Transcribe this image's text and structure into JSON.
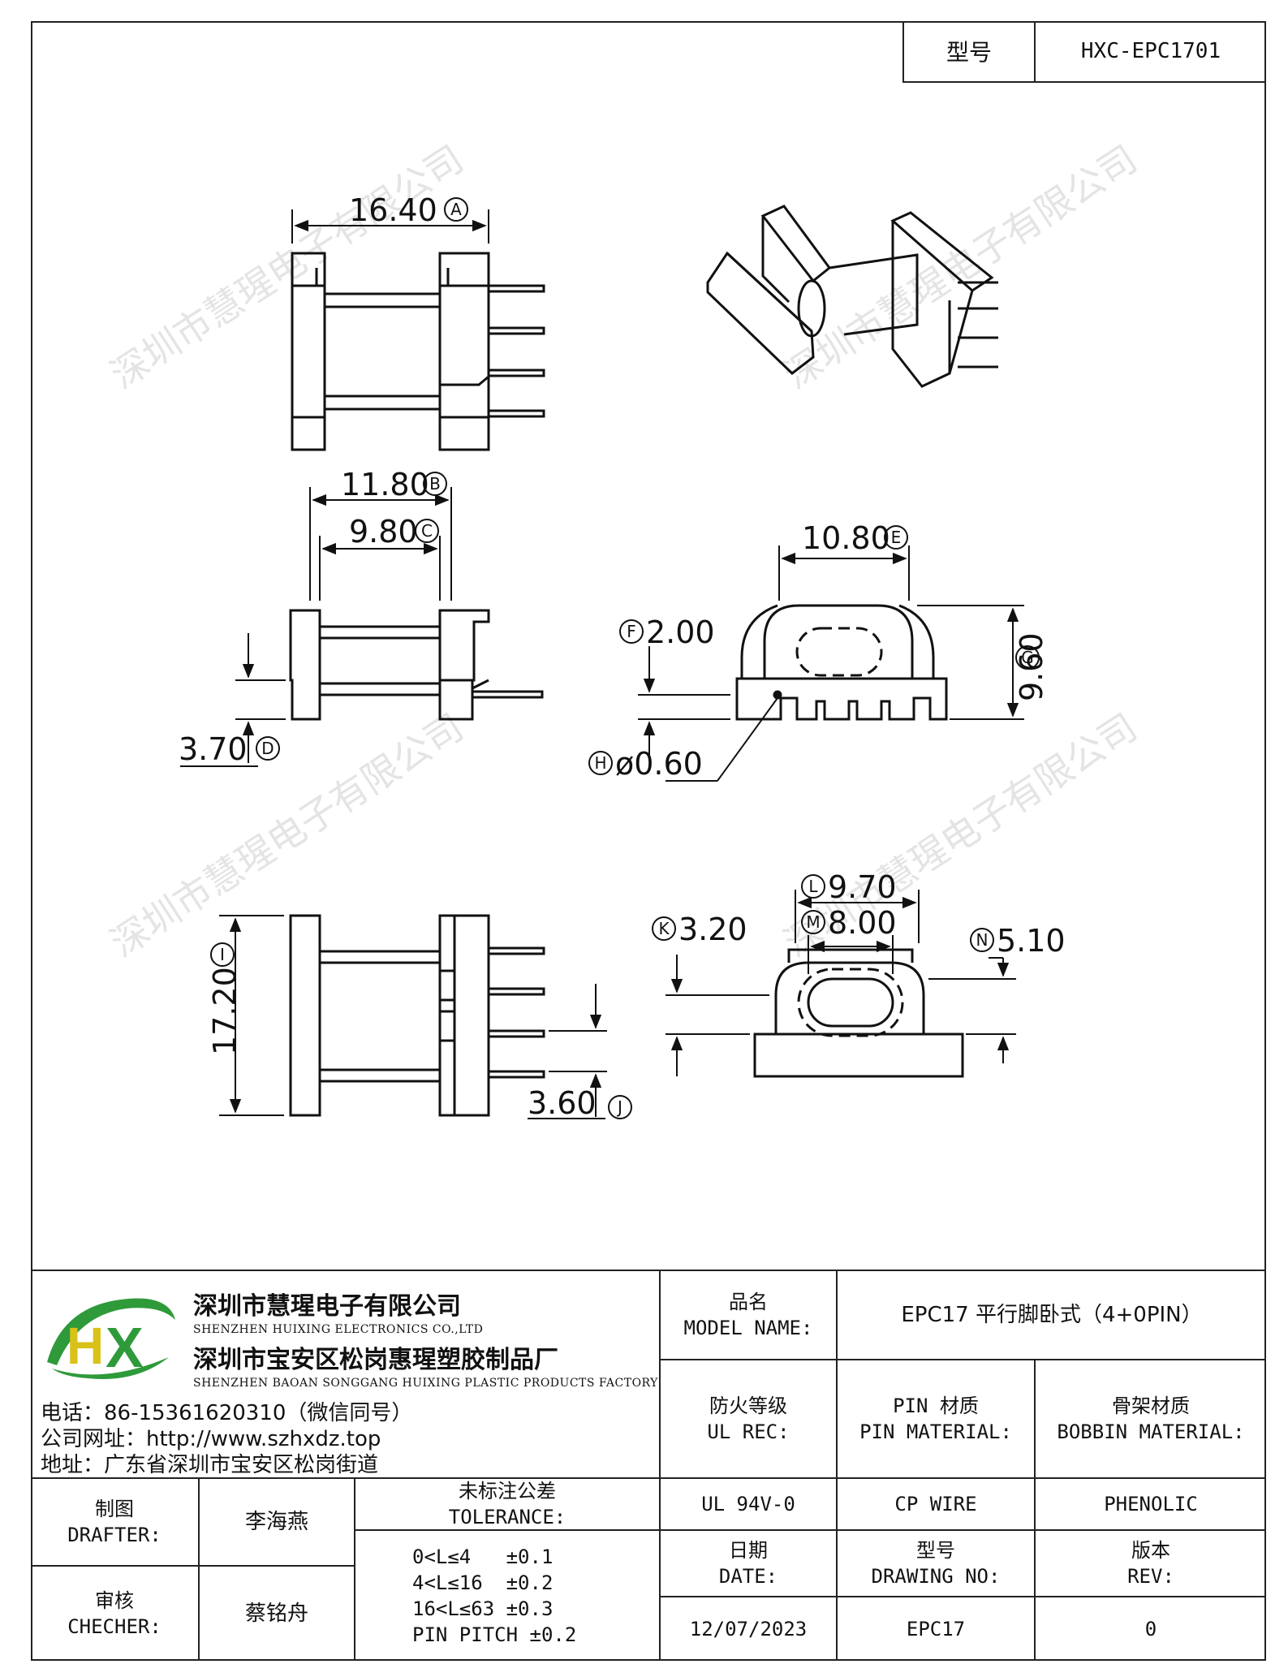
{
  "header": {
    "model_label": "型号",
    "model_value": "HXC-EPC1701"
  },
  "watermark": "深圳市慧瑆电子有限公司",
  "dimensions": {
    "A": {
      "value": "16.40",
      "mark": "A"
    },
    "B": {
      "value": "11.80",
      "mark": "B"
    },
    "C": {
      "value": "9.80",
      "mark": "C"
    },
    "D": {
      "value": "3.70",
      "mark": "D"
    },
    "E": {
      "value": "10.80",
      "mark": "E"
    },
    "F": {
      "value": "2.00",
      "mark": "F"
    },
    "G": {
      "value": "9.60",
      "mark": "G"
    },
    "H": {
      "value": "ø0.60",
      "mark": "H"
    },
    "I": {
      "value": "17.20",
      "mark": "I"
    },
    "J": {
      "value": "3.60",
      "mark": "J"
    },
    "K": {
      "value": "3.20",
      "mark": "K"
    },
    "L": {
      "value": "9.70",
      "mark": "L"
    },
    "M": {
      "value": "8.00",
      "mark": "M"
    },
    "N": {
      "value": "5.10",
      "mark": "N"
    }
  },
  "company": {
    "logo_text": "HX",
    "name_cn": "深圳市慧瑆电子有限公司",
    "name_en": "SHENZHEN HUIXING ELECTRONICS CO.,LTD",
    "factory_cn": "深圳市宝安区松岗惠瑆塑胶制品厂",
    "factory_en": "SHENZHEN BAOAN SONGGANG HUIXING PLASTIC PRODUCTS FACTORY",
    "phone": "电话：86-15361620310（微信同号）",
    "website": "公司网址：http://www.szhxdz.top",
    "address": "地址：广东省深圳市宝安区松岗街道",
    "colors": {
      "logo_green": "#2e9a3a",
      "logo_yellow": "#d8c21a"
    }
  },
  "title_block": {
    "product_name_label_cn": "品名",
    "product_name_label_en": "MODEL NAME:",
    "product_name_value": "EPC17 平行脚卧式（4+0PIN）",
    "fire_label_cn": "防火等级",
    "fire_label_en": "UL REC:",
    "fire_value": "UL 94V-0",
    "pin_label_cn": "PIN 材质",
    "pin_label_en": "PIN MATERIAL:",
    "pin_value": "CP WIRE",
    "bobbin_label_cn": "骨架材质",
    "bobbin_label_en": "BOBBIN MATERIAL:",
    "bobbin_value": "PHENOLIC",
    "drafter_label_cn": "制图",
    "drafter_label_en": "DRAFTER:",
    "drafter_value": "李海燕",
    "checker_label_cn": "审核",
    "checker_label_en": "CHECHER:",
    "checker_value": "蔡铭舟",
    "tolerance_label_cn": "未标注公差",
    "tolerance_label_en": "TOLERANCE:",
    "tolerance_lines": [
      "0<L≤4   ±0.1",
      "4<L≤16  ±0.2",
      "16<L≤63 ±0.3",
      "PIN PITCH ±0.2"
    ],
    "date_label_cn": "日期",
    "date_label_en": "DATE:",
    "date_value": "12/07/2023",
    "drawing_label_cn": "型号",
    "drawing_label_en": "DRAWING NO:",
    "drawing_value": "EPC17",
    "rev_label_cn": "版本",
    "rev_label_en": "REV:",
    "rev_value": "0"
  }
}
